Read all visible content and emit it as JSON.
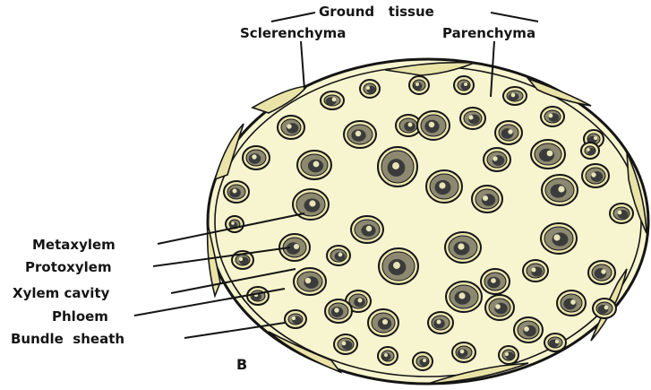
{
  "labels": {
    "ground_tissue": "Ground   tissue",
    "sclerenchyma": "Sclerenchyma",
    "parenchyma": "Parenchyma",
    "metaxylem": "Metaxylem",
    "protoxylem": "Protoxylem",
    "xylem_cavity": "Xylem cavity",
    "phloem": "Phloem",
    "bundle_sheath": "Bundle  sheath",
    "figure_letter": "B"
  },
  "colors": {
    "ink": "#151515",
    "stem_fill": "#f7f5cf",
    "bundle_fill": "#ece7b0",
    "bundle_core": "#3b3b3b"
  }
}
